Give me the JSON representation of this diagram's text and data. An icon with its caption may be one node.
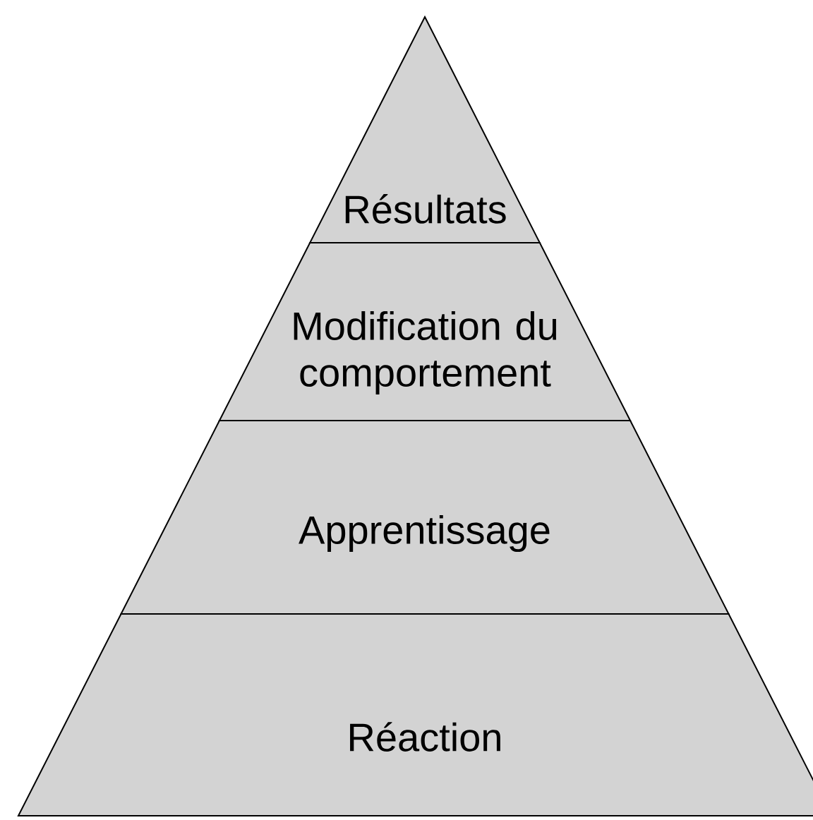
{
  "diagram": {
    "nodes": [
      {
        "text": [
          "Résultats"
        ]
      },
      {
        "text": [
          "Modification du comportement"
        ]
      },
      {
        "text": [
          "Apprentissage"
        ]
      },
      {
        "text": [
          "Réaction"
        ]
      }
    ]
  }
}
